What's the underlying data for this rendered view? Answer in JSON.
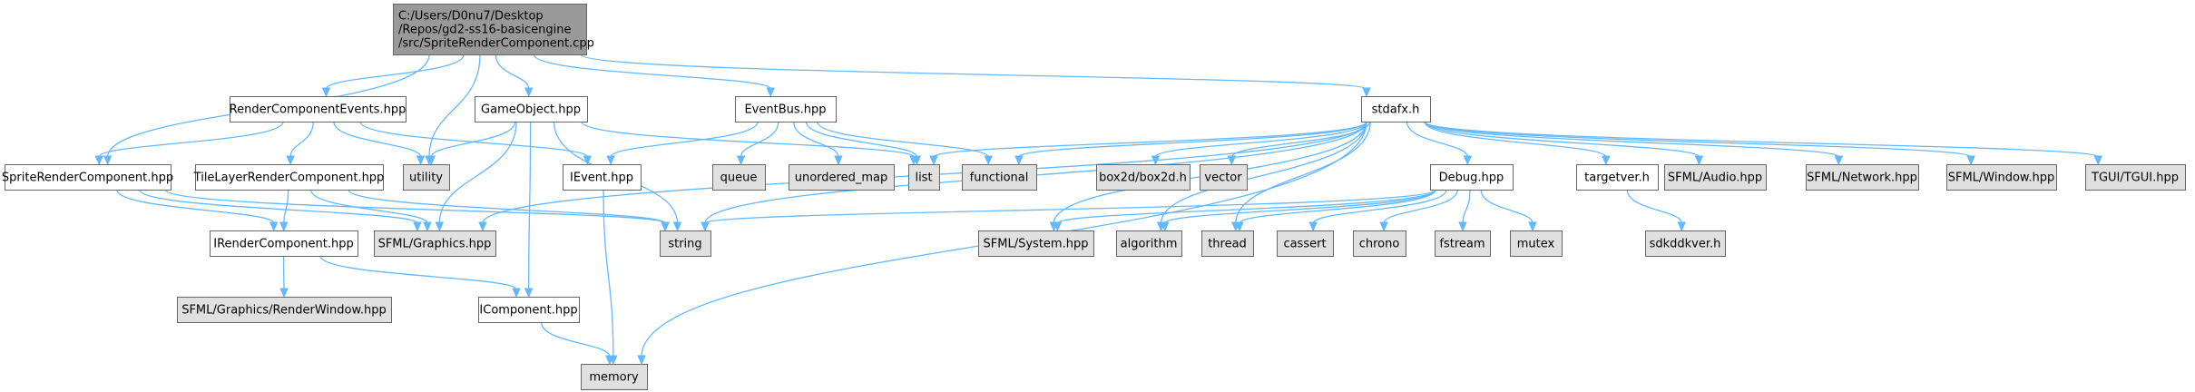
{
  "diagram": {
    "nodes": [
      {
        "id": "root",
        "lines": [
          "C:/Users/D0nu7/Desktop",
          "/Repos/gd2-ss16-basicengine",
          "/src/SpriteRenderComponent.cpp"
        ],
        "style": "root"
      },
      {
        "id": "sprite_hpp",
        "lines": [
          "SpriteRenderComponent.hpp"
        ],
        "style": "file"
      },
      {
        "id": "rce_hpp",
        "lines": [
          "RenderComponentEvents.hpp"
        ],
        "style": "file"
      },
      {
        "id": "gameobject_hpp",
        "lines": [
          "GameObject.hpp"
        ],
        "style": "file"
      },
      {
        "id": "eventbus_hpp",
        "lines": [
          "EventBus.hpp"
        ],
        "style": "file"
      },
      {
        "id": "stdafx_h",
        "lines": [
          "stdafx.h"
        ],
        "style": "file"
      },
      {
        "id": "utility",
        "lines": [
          "utility"
        ],
        "style": "system"
      },
      {
        "id": "tilelayer_hpp",
        "lines": [
          "TileLayerRenderComponent.hpp"
        ],
        "style": "file"
      },
      {
        "id": "ievent_hpp",
        "lines": [
          "IEvent.hpp"
        ],
        "style": "file"
      },
      {
        "id": "queue",
        "lines": [
          "queue"
        ],
        "style": "system"
      },
      {
        "id": "unordered_map",
        "lines": [
          "unordered_map"
        ],
        "style": "system"
      },
      {
        "id": "list",
        "lines": [
          "list"
        ],
        "style": "system"
      },
      {
        "id": "functional",
        "lines": [
          "functional"
        ],
        "style": "system"
      },
      {
        "id": "box2d",
        "lines": [
          "box2d/box2d.h"
        ],
        "style": "system"
      },
      {
        "id": "vector",
        "lines": [
          "vector"
        ],
        "style": "system"
      },
      {
        "id": "debug_hpp",
        "lines": [
          "Debug.hpp"
        ],
        "style": "file"
      },
      {
        "id": "targetver_h",
        "lines": [
          "targetver.h"
        ],
        "style": "file"
      },
      {
        "id": "sfml_audio",
        "lines": [
          "SFML/Audio.hpp"
        ],
        "style": "system"
      },
      {
        "id": "sfml_network",
        "lines": [
          "SFML/Network.hpp"
        ],
        "style": "system"
      },
      {
        "id": "sfml_window",
        "lines": [
          "SFML/Window.hpp"
        ],
        "style": "system"
      },
      {
        "id": "tgui",
        "lines": [
          "TGUI/TGUI.hpp"
        ],
        "style": "system"
      },
      {
        "id": "irender_hpp",
        "lines": [
          "IRenderComponent.hpp"
        ],
        "style": "file"
      },
      {
        "id": "sfml_graphics",
        "lines": [
          "SFML/Graphics.hpp"
        ],
        "style": "system"
      },
      {
        "id": "string",
        "lines": [
          "string"
        ],
        "style": "system"
      },
      {
        "id": "sfml_system",
        "lines": [
          "SFML/System.hpp"
        ],
        "style": "system"
      },
      {
        "id": "algorithm",
        "lines": [
          "algorithm"
        ],
        "style": "system"
      },
      {
        "id": "thread",
        "lines": [
          "thread"
        ],
        "style": "system"
      },
      {
        "id": "cassert",
        "lines": [
          "cassert"
        ],
        "style": "system"
      },
      {
        "id": "chrono",
        "lines": [
          "chrono"
        ],
        "style": "system"
      },
      {
        "id": "fstream",
        "lines": [
          "fstream"
        ],
        "style": "system"
      },
      {
        "id": "mutex",
        "lines": [
          "mutex"
        ],
        "style": "system"
      },
      {
        "id": "sdkddkver",
        "lines": [
          "sdkddkver.h"
        ],
        "style": "system"
      },
      {
        "id": "sfml_renderwindow",
        "lines": [
          "SFML/Graphics/RenderWindow.hpp"
        ],
        "style": "system"
      },
      {
        "id": "icomponent_hpp",
        "lines": [
          "IComponent.hpp"
        ],
        "style": "file"
      },
      {
        "id": "memory",
        "lines": [
          "memory"
        ],
        "style": "system"
      }
    ],
    "edges": [
      [
        "root",
        "sprite_hpp"
      ],
      [
        "root",
        "rce_hpp"
      ],
      [
        "root",
        "utility"
      ],
      [
        "root",
        "gameobject_hpp"
      ],
      [
        "root",
        "eventbus_hpp"
      ],
      [
        "root",
        "stdafx_h"
      ],
      [
        "rce_hpp",
        "sprite_hpp"
      ],
      [
        "rce_hpp",
        "tilelayer_hpp"
      ],
      [
        "rce_hpp",
        "utility"
      ],
      [
        "rce_hpp",
        "ievent_hpp"
      ],
      [
        "sprite_hpp",
        "irender_hpp"
      ],
      [
        "sprite_hpp",
        "sfml_graphics"
      ],
      [
        "sprite_hpp",
        "string"
      ],
      [
        "tilelayer_hpp",
        "irender_hpp"
      ],
      [
        "tilelayer_hpp",
        "sfml_graphics"
      ],
      [
        "tilelayer_hpp",
        "string"
      ],
      [
        "irender_hpp",
        "sfml_renderwindow"
      ],
      [
        "irender_hpp",
        "icomponent_hpp"
      ],
      [
        "gameobject_hpp",
        "utility"
      ],
      [
        "gameobject_hpp",
        "list"
      ],
      [
        "gameobject_hpp",
        "sfml_graphics"
      ],
      [
        "gameobject_hpp",
        "string"
      ],
      [
        "gameobject_hpp",
        "icomponent_hpp"
      ],
      [
        "icomponent_hpp",
        "memory"
      ],
      [
        "ievent_hpp",
        "memory"
      ],
      [
        "eventbus_hpp",
        "ievent_hpp"
      ],
      [
        "eventbus_hpp",
        "queue"
      ],
      [
        "eventbus_hpp",
        "unordered_map"
      ],
      [
        "eventbus_hpp",
        "list"
      ],
      [
        "eventbus_hpp",
        "functional"
      ],
      [
        "stdafx_h",
        "list"
      ],
      [
        "stdafx_h",
        "functional"
      ],
      [
        "stdafx_h",
        "box2d"
      ],
      [
        "stdafx_h",
        "vector"
      ],
      [
        "stdafx_h",
        "sfml_graphics"
      ],
      [
        "stdafx_h",
        "string"
      ],
      [
        "stdafx_h",
        "sfml_system"
      ],
      [
        "stdafx_h",
        "algorithm"
      ],
      [
        "stdafx_h",
        "thread"
      ],
      [
        "stdafx_h",
        "debug_hpp"
      ],
      [
        "stdafx_h",
        "memory"
      ],
      [
        "stdafx_h",
        "targetver_h"
      ],
      [
        "stdafx_h",
        "sfml_audio"
      ],
      [
        "stdafx_h",
        "sfml_network"
      ],
      [
        "stdafx_h",
        "sfml_window"
      ],
      [
        "stdafx_h",
        "tgui"
      ],
      [
        "debug_hpp",
        "string"
      ],
      [
        "debug_hpp",
        "sfml_system"
      ],
      [
        "debug_hpp",
        "algorithm"
      ],
      [
        "debug_hpp",
        "thread"
      ],
      [
        "debug_hpp",
        "cassert"
      ],
      [
        "debug_hpp",
        "chrono"
      ],
      [
        "debug_hpp",
        "fstream"
      ],
      [
        "debug_hpp",
        "mutex"
      ],
      [
        "targetver_h",
        "sdkddkver"
      ]
    ]
  },
  "colors": {
    "root_fill": "#999999",
    "file_fill": "#ffffff",
    "system_fill": "#e0e0e0",
    "border": "#666666",
    "edge": "#63b8ff"
  }
}
